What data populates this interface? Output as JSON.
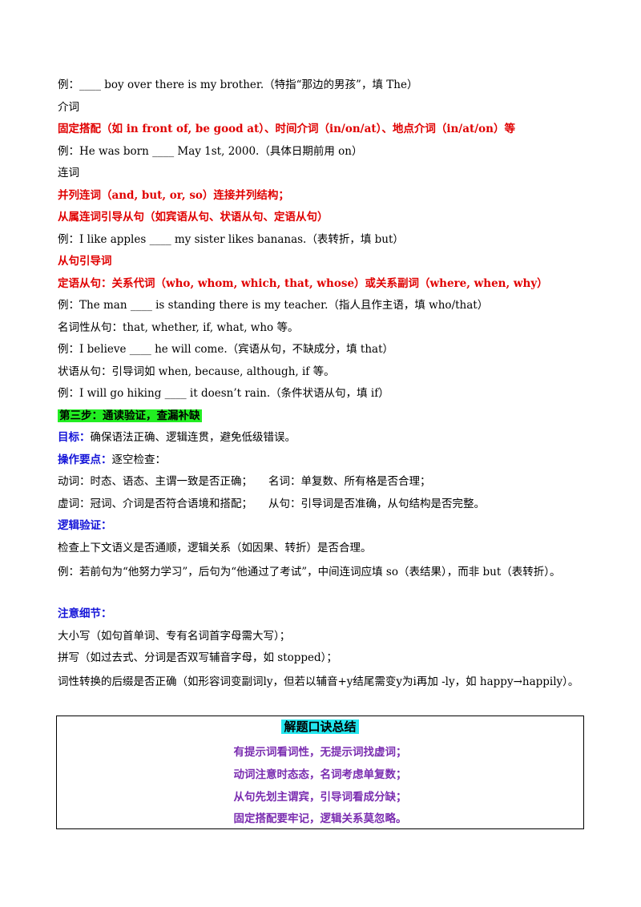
{
  "lines": [
    "例：____ boy over there is my brother.（特指“那边的男孩”，填 The）",
    "介词",
    "固定搭配（如 in front of, be good at）、时间介词（in/on/at）、地点介词（in/at/on）等",
    "例：He was born ____ May 1st, 2000.（具体日期前用 on）",
    "连词",
    "并列连词（and, but, or, so）连接并列结构；",
    "从属连词引导从句（如宾语从句、状语从句、定语从句）",
    "例：I like apples ____ my sister likes bananas.（表转折，填 but）",
    "从句引导词",
    "定语从句：关系代词（who, whom, which, that, whose）或关系副词（where, when, why）",
    "例：The man ____ is standing there is my teacher.（指人且作主语，填 who/that）",
    "名词性从句：that, whether, if, what, who 等。",
    "例：I believe ____ he will come.（宾语从句，不缺成分，填 that）",
    "状语从句：引导词如 when, because, although, if 等。",
    "例：I will go hiking ____ it doesn’t rain.（条件状语从句，填 if）"
  ],
  "step3": {
    "heading": "第三步：通读验证，查漏补缺",
    "goal_label": "目标：",
    "goal_text": "确保语法正确、逻辑连贯，避免低级错误。",
    "ops_label": "操作要点：",
    "ops_text": "逐空检查：",
    "check1a": "动词：时态、语态、主谓一致是否正确；",
    "check1b": "名词：单复数、所有格是否合理；",
    "check2a": "虚词：冠词、介词是否符合语境和搭配；",
    "check2b": "从句：引导词是否准确，从句结构是否完整。",
    "logic_label": "逻辑验证：",
    "logic_text": "检查上下文语义是否通顺，逻辑关系（如因果、转折）是否合理。",
    "logic_example": "例：若前句为“他努力学习”，后句为“他通过了考试”，中间连词应填 so（表结果），而非 but（表转折）。",
    "detail_label": "注意细节：",
    "detail1": "大小写（如句首单词、专有名词首字母需大写）；",
    "detail2": "拼写（如过去式、分词是否双写辅音字母，如 stopped）；",
    "detail3": "词性转换的后缀是否正确（如形容词变副词ly，但若以辅音+y结尾需变y为i再加 -ly，如 happy→happily）。"
  },
  "summary": {
    "title": "解题口诀总结",
    "mottos": [
      "有提示词看词性，无提示词找虚词；",
      "动词注意时态态，名词考虑单复数；",
      "从句先划主谓宾，引导词看成分缺；",
      "固定搭配要牢记，逻辑关系莫忽略。"
    ]
  },
  "colors": {
    "red": "#e00000",
    "blue": "#1414d8",
    "highlight": "#22ee22",
    "title_highlight": "#22e6ee",
    "purple": "#7a2cb0"
  }
}
